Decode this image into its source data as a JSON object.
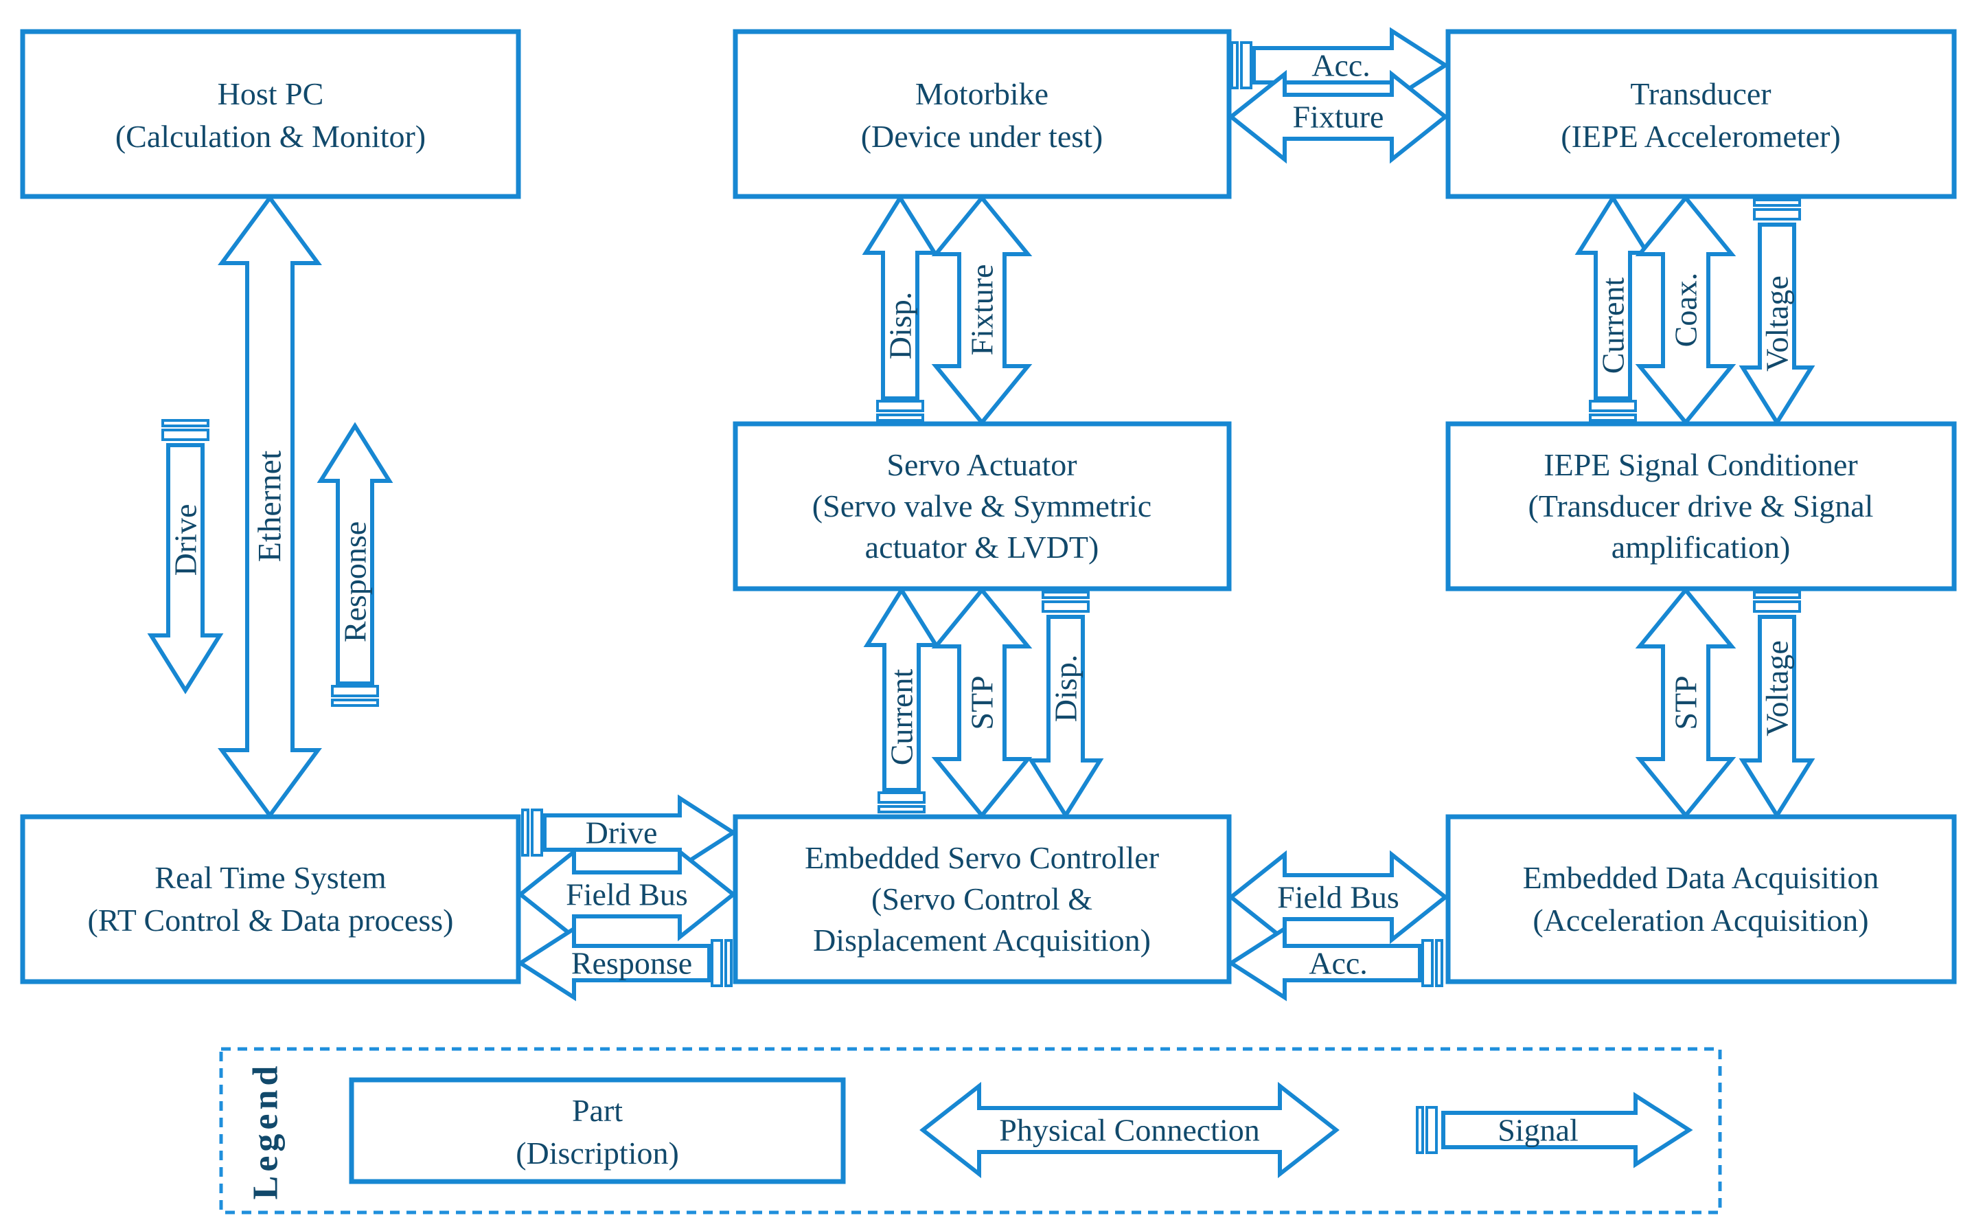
{
  "diagram": {
    "colors": {
      "accent_blue": "#1787d2",
      "text_navy": "#11496b"
    },
    "boxes": {
      "host_pc": {
        "line1": "Host PC",
        "line2": "(Calculation & Monitor)"
      },
      "motorbike": {
        "line1": "Motorbike",
        "line2": "(Device under test)"
      },
      "transducer": {
        "line1": "Transducer",
        "line2": "(IEPE Accelerometer)"
      },
      "servo_actuator": {
        "line1": "Servo Actuator",
        "line2": "(Servo valve & Symmetric",
        "line3": "actuator & LVDT)"
      },
      "iepe_conditioner": {
        "line1": "IEPE Signal Conditioner",
        "line2": "(Transducer drive & Signal",
        "line3": "amplification)"
      },
      "real_time_system": {
        "line1": "Real Time System",
        "line2": "(RT Control & Data process)"
      },
      "embedded_servo_controller": {
        "line1": "Embedded Servo Controller",
        "line2": "(Servo Control &",
        "line3": "Displacement Acquisition)"
      },
      "embedded_data_acquisition": {
        "line1": "Embedded Data Acquisition",
        "line2": "(Acceleration Acquisition)"
      }
    },
    "connections": {
      "drive_pc": "Drive",
      "ethernet": "Ethernet",
      "response_pc": "Response",
      "disp_up": "Disp.",
      "fixture_mid": "Fixture",
      "acc_top": "Acc.",
      "fixture_top": "Fixture",
      "current_top_right": "Current",
      "coax": "Coax.",
      "voltage_top_right": "Voltage",
      "current_mid": "Current",
      "stp_mid": "STP",
      "disp_down": "Disp.",
      "stp_right": "STP",
      "voltage_bottom_right": "Voltage",
      "drive_bus": "Drive",
      "field_bus_left": "Field Bus",
      "response_bus": "Response",
      "field_bus_right": "Field Bus",
      "acc_bus": "Acc."
    },
    "legend": {
      "title": "Legend",
      "part_line1": "Part",
      "part_line2": "(Discription)",
      "physical_label": "Physical Connection",
      "signal_label": "Signal"
    }
  }
}
